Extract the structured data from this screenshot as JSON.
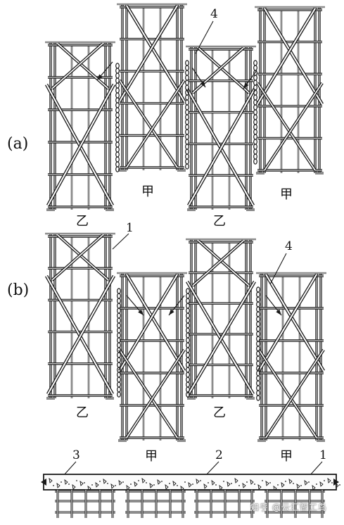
{
  "diagram": {
    "row_labels": [
      "(a)",
      "(b)"
    ],
    "frame_labels": {
      "a": [
        "乙",
        "甲",
        "乙",
        "甲"
      ],
      "b": [
        "乙",
        "甲",
        "乙",
        "甲"
      ]
    },
    "callouts": [
      "4",
      "1",
      "4",
      "3",
      "2",
      "1"
    ]
  },
  "watermark": "知乎 @云汇智工鸟",
  "colors": {
    "line": "#1a1a1a",
    "background": "#ffffff"
  }
}
